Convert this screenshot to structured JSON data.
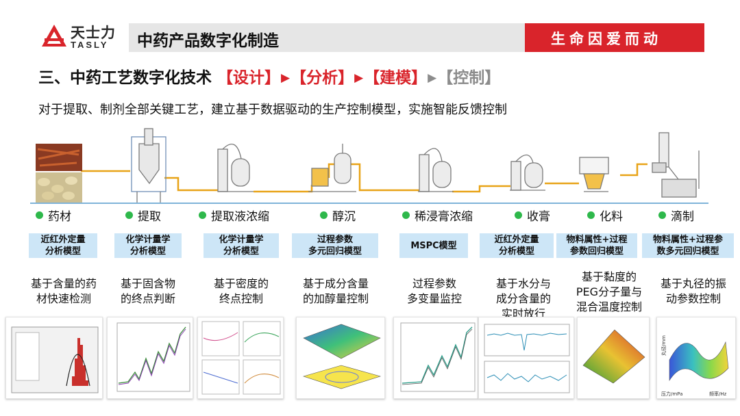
{
  "header": {
    "logo_cn": "天士力",
    "logo_en": "TASLY",
    "title": "中药产品数字化制造",
    "slogan": "生命因爱而动"
  },
  "section": {
    "title_main": "三、中药工艺数字化技术",
    "stages": [
      "【设计】",
      "【分析】",
      "【建模】",
      "【控制】"
    ],
    "arrow": "▶"
  },
  "subtitle": "对于提取、制剂全部关键工艺，建立基于数据驱动的生产控制模型，实施智能反馈控制",
  "colors": {
    "accent_red": "#d9242b",
    "step_dot": "#2eb84b",
    "model_box": "#cde6f7",
    "flow_pipe": "#e8a317"
  },
  "steps": [
    {
      "label": "药材",
      "model": [
        "近红外定量",
        "分析模型"
      ],
      "desc": [
        "基于含量的药",
        "材快速检测"
      ]
    },
    {
      "label": "提取",
      "model": [
        "化学计量学",
        "分析模型"
      ],
      "desc": [
        "基于固含物",
        "的终点判断"
      ]
    },
    {
      "label": "提取液浓缩",
      "model": [
        "化学计量学",
        "分析模型"
      ],
      "desc": [
        "基于密度的",
        "终点控制"
      ]
    },
    {
      "label": "醇沉",
      "model": [
        "过程参数",
        "多元回归模型"
      ],
      "desc": [
        "基于成分含量",
        "的加醇量控制"
      ]
    },
    {
      "label": "稀浸膏浓缩",
      "model": [
        "MSPC模型"
      ],
      "desc": [
        "过程参数",
        "多变量监控"
      ]
    },
    {
      "label": "收膏",
      "model": [
        "近红外定量",
        "分析模型"
      ],
      "desc": [
        "基于水分与",
        "成分含量的",
        "实时放行"
      ]
    },
    {
      "label": "化料",
      "model": [
        "物料属性+过程",
        "参数回归模型"
      ],
      "desc": [
        "基于黏度的",
        "PEG分子量与",
        "混合温度控制"
      ]
    },
    {
      "label": "滴制",
      "model": [
        "物料属性+过程参",
        "数多元回归模型"
      ],
      "desc": [
        "基于丸径的振",
        "动参数控制"
      ]
    }
  ],
  "thumb_labels": {
    "t8_x": "压力/mPa",
    "t8_y": "频率/Hz",
    "t8_z": "丸径/mm"
  }
}
